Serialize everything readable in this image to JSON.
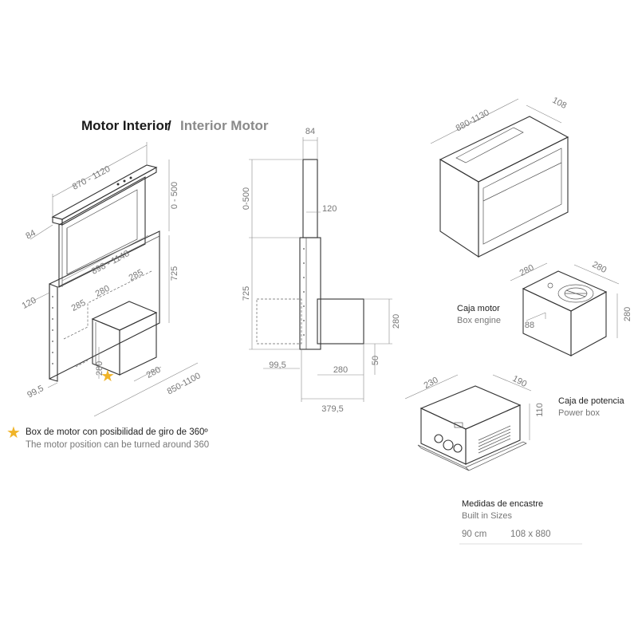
{
  "title": {
    "main": "Motor Interior",
    "separator": "/",
    "secondary": "Interior Motor"
  },
  "note": {
    "es": "Box de motor con posibilidad de giro de 360º",
    "en": "The motor position can be turned around 360",
    "star_color": "#f0b429"
  },
  "labels": {
    "caja_motor": "Caja motor",
    "box_engine": "Box engine",
    "caja_potencia": "Caja de potencia",
    "power_box": "Power box",
    "medidas": "Medidas de encastre",
    "built_in": "Built in Sizes",
    "size_cm": "90 cm",
    "size_mm": "108 x 880"
  },
  "dims": {
    "d870_1120": "870 - 1120",
    "d0_500": "0 - 500",
    "d84_left": "84",
    "d725_left": "725",
    "d898_1148": "898 - 1148",
    "d285a": "285",
    "d120_left": "120",
    "d280_inner": "280",
    "d285b": "285",
    "d280_vert": "280",
    "d280_bottom": "280",
    "d99_5_left": "99,5",
    "d850_1100": "850-1100",
    "side_84": "84",
    "side_0_500": "0-500",
    "side_120": "120",
    "side_725": "725",
    "side_280_right": "280",
    "side_50": "50",
    "side_99_5": "99,5",
    "side_280_bottom": "280",
    "side_379_5": "379,5",
    "top_880_1130": "880-1130",
    "top_108": "108",
    "motor_280_left": "280",
    "motor_280_right": "280",
    "motor_280_height": "280",
    "motor_88": "88",
    "power_230": "230",
    "power_190": "190",
    "power_110": "110"
  },
  "colors": {
    "line": "#333333",
    "dim_text": "#777777",
    "accent": "#f0b429"
  }
}
